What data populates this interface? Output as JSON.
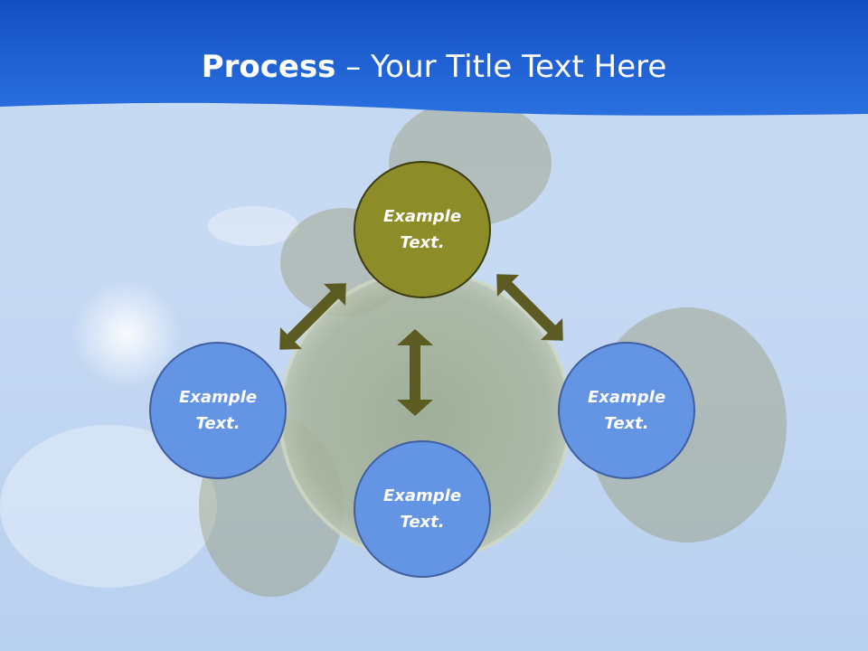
{
  "title": {
    "bold": "Process",
    "rest": " – Your Title Text Here"
  },
  "nodes": {
    "top": "Example\nText.",
    "left": "Example\nText.",
    "right": "Example\nText.",
    "bottom": "Example\nText."
  },
  "colors": {
    "header": "#1d63d6",
    "node_green": "#8c8c28",
    "node_blue": "#6494e4",
    "arrow": "#5c5c22"
  }
}
